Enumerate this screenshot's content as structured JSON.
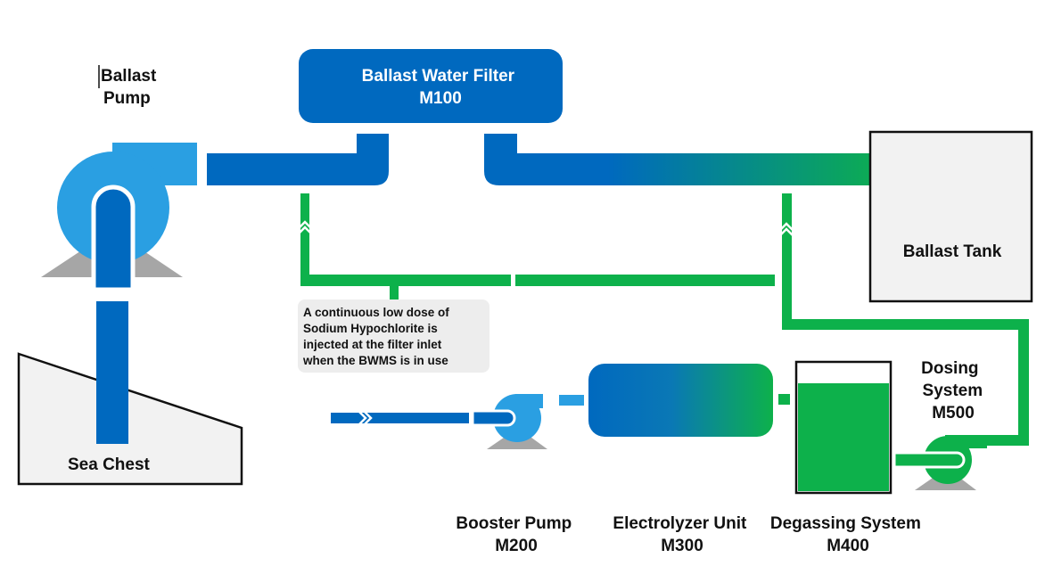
{
  "labels": {
    "ballast_pump": [
      "Ballast",
      "Pump"
    ],
    "filter": [
      "Ballast Water Filter",
      "M100"
    ],
    "ballast_tank": "Ballast Tank",
    "sea_chest": "Sea Chest",
    "dosing_system": [
      "Dosing",
      "System",
      "M500"
    ],
    "booster_pump": [
      "Booster Pump",
      "M200"
    ],
    "electrolyzer": [
      "Electrolyzer Unit",
      "M300"
    ],
    "degassing": [
      "Degassing System",
      "M400"
    ]
  },
  "note": {
    "lines": [
      "A continuous low dose of",
      "Sodium Hypochlorite is",
      "injected at the filter inlet",
      "when the BWMS is in use"
    ]
  },
  "colors": {
    "blue": "#0069BF",
    "light_blue": "#2A9FE2",
    "green": "#0DB14B",
    "gray_base": "#A6A6A6",
    "box_fill": "#F2F2F2",
    "note_bg": "#EDEDED"
  }
}
